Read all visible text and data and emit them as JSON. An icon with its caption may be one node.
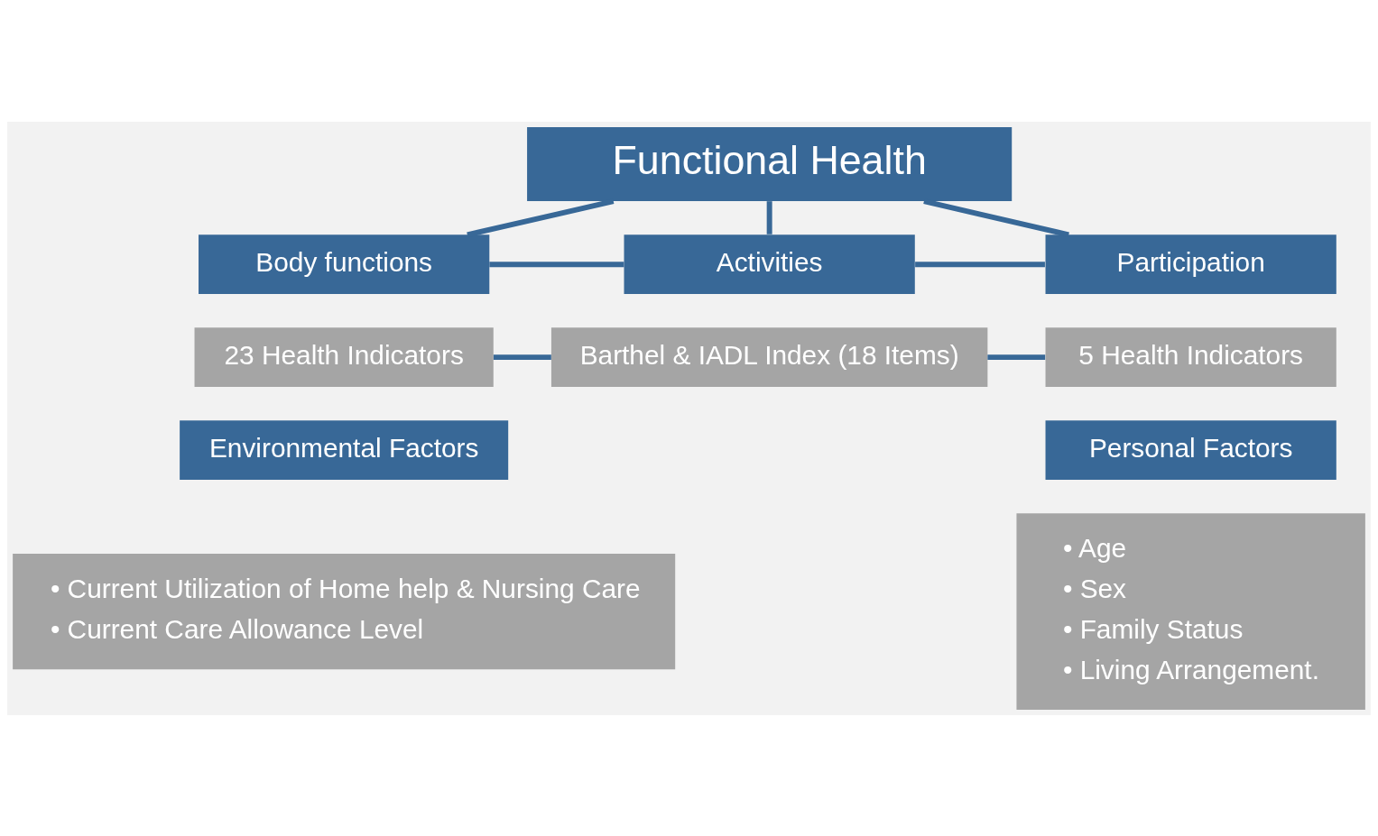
{
  "diagram": {
    "nodes": [
      {
        "text": [
          "Functional Health"
        ]
      },
      {
        "text": [
          "Body functions"
        ]
      },
      {
        "text": [
          "Activities"
        ]
      },
      {
        "text": [
          "Participation"
        ]
      },
      {
        "text": [
          "23 Health Indicators"
        ]
      },
      {
        "text": [
          "Barthel & IADL Index (18 Items)"
        ]
      },
      {
        "text": [
          "5 Health Indicators"
        ]
      },
      {
        "text": [
          "Environmental Factors"
        ]
      },
      {
        "text": [
          "Personal Factors"
        ]
      },
      {
        "text": [
          "• Current Utilization of Home help & Nursing Care",
          "• Current Care Allowance Level"
        ]
      },
      {
        "text": [
          "• Age",
          "• Sex",
          "• Family Status",
          "• Living Arrangement."
        ]
      }
    ],
    "edges": [
      {
        "from": 0,
        "to": 1,
        "arrow": "none"
      },
      {
        "from": 0,
        "to": 2,
        "arrow": "none"
      },
      {
        "from": 0,
        "to": 3,
        "arrow": "none"
      },
      {
        "from": 1,
        "to": 2,
        "arrow": "none"
      },
      {
        "from": 2,
        "to": 3,
        "arrow": "none"
      },
      {
        "from": 4,
        "to": 5,
        "arrow": "none"
      },
      {
        "from": 5,
        "to": 6,
        "arrow": "none"
      }
    ]
  }
}
